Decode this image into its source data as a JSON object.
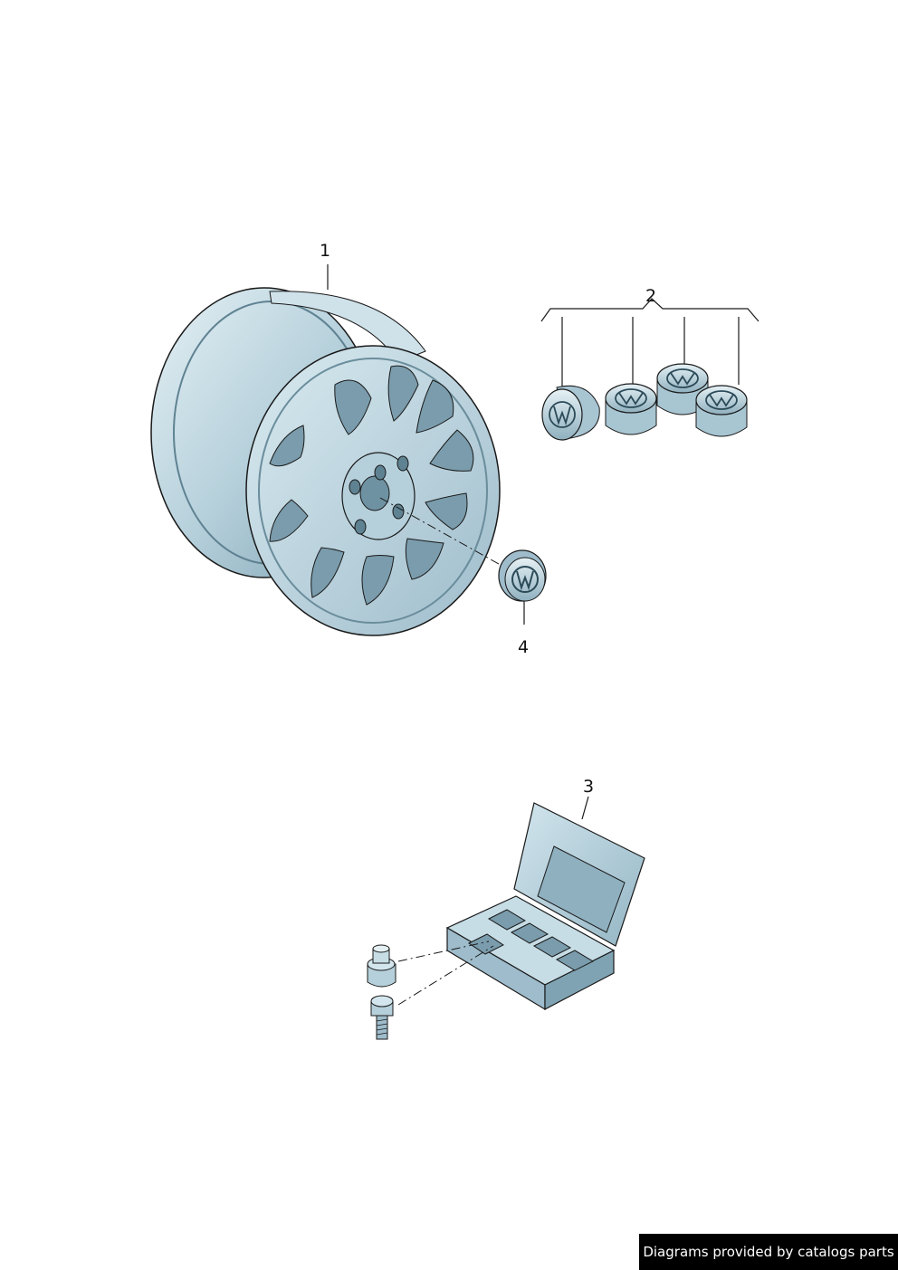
{
  "callouts": {
    "wheel": "1",
    "caps_set": "2",
    "lock_kit": "3",
    "center_cap": "4"
  },
  "footer": {
    "text": "Diagrams provided by catalogs parts"
  },
  "colors": {
    "part_fill": "#c7dde6",
    "part_shade": "#8fb0bf",
    "part_dark": "#4f7282",
    "line": "#1a1a1a"
  },
  "icons": {
    "brand": "vw-emblem-icon"
  }
}
